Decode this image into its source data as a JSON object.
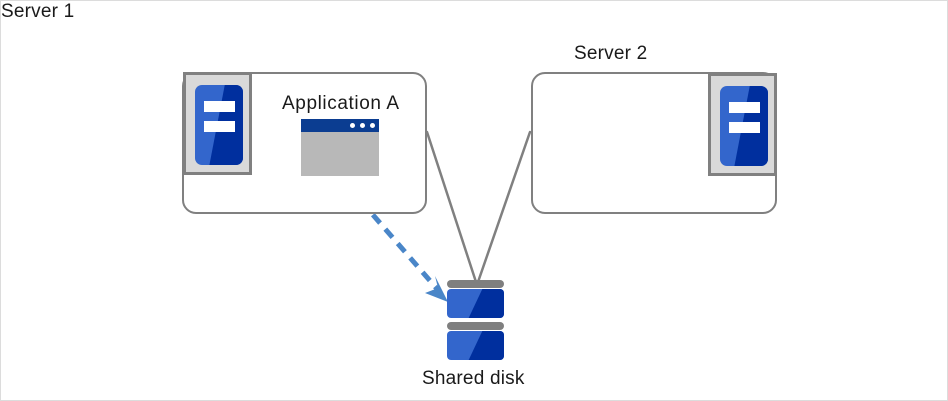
{
  "diagram": {
    "title_server1": "Server 1",
    "title_server2": "Server 2",
    "title_application": "Application A",
    "title_shared_disk": "Shared disk",
    "colors": {
      "card_border": "#808080",
      "icon_blue_light": "#3366cc",
      "icon_blue_dark": "#002f9e",
      "window_titlebar": "#0b3d91",
      "window_body": "#b8b8b8",
      "disk_cap_gray": "#7f7f7f",
      "arrow_blue": "#4a86c8",
      "connector_gray": "#808080",
      "frame_border": "#dcdcdc"
    },
    "icons": {
      "server1": "server-machine-icon",
      "server2": "server-machine-icon",
      "application": "application-window-icon",
      "disk": "shared-disk-icon"
    },
    "connectors": [
      {
        "name": "server1-to-disk-link",
        "style": "solid",
        "color": "#808080"
      },
      {
        "name": "server2-to-disk-link",
        "style": "solid",
        "color": "#808080"
      }
    ],
    "arrow": {
      "name": "application-to-disk-access-arrow",
      "style": "dashed",
      "color": "#4a86c8"
    }
  }
}
